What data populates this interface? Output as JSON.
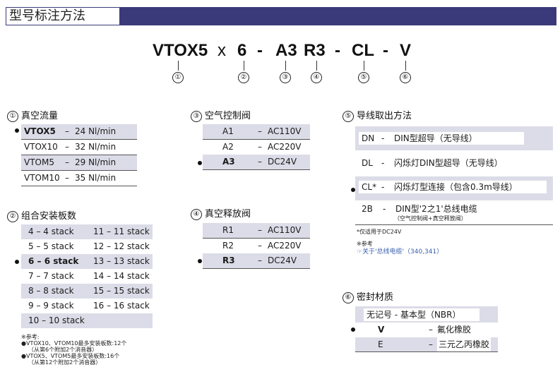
{
  "header": {
    "title": "型号标注方法"
  },
  "model": {
    "parts": [
      "VTOX5",
      "x",
      "6",
      "-",
      "A3",
      "R3",
      "-",
      "CL",
      "-",
      "V"
    ],
    "markers": [
      "①",
      "②",
      "③",
      "④",
      "⑤",
      "⑥"
    ]
  },
  "sec1": {
    "num": "①",
    "title": "真空流量",
    "rows": [
      {
        "code": "VTOX5",
        "sep": "–",
        "desc": "24 Nl/min"
      },
      {
        "code": "VTOX10",
        "sep": "–",
        "desc": "32 Nl/min"
      },
      {
        "code": "VTOM5",
        "sep": "–",
        "desc": "29 Nl/min"
      },
      {
        "code": "VTOM10",
        "sep": "–",
        "desc": "35 Nl/min"
      }
    ]
  },
  "sec2": {
    "num": "②",
    "title": "组合安装板数",
    "left": [
      "4 – 4 stack",
      "5 – 5 stack",
      "6 – 6 stack",
      "7 – 7 stack",
      "8 – 8 stack",
      "9 – 9 stack",
      "10 – 10 stack"
    ],
    "right": [
      "11 – 11 stack",
      "12 – 12 stack",
      "13 – 13 stack",
      "14 – 14 stack",
      "15 – 15 stack",
      "16 – 16 stack"
    ],
    "notes": [
      "※参考:",
      "●VTOX10、VTOM10最多安装板数:12个",
      "（从第6个附加2个消音器）",
      "●VTOX5、VTOM5最多安装板数:16个",
      "（从第12个附加2个消音器）"
    ]
  },
  "sec3": {
    "num": "③",
    "title": "空气控制阀",
    "rows": [
      {
        "code": "A1",
        "sep": "–",
        "desc": "AC110V"
      },
      {
        "code": "A2",
        "sep": "–",
        "desc": "AC220V"
      },
      {
        "code": "A3",
        "sep": "–",
        "desc": "DC24V"
      }
    ]
  },
  "sec4": {
    "num": "④",
    "title": "真空释放阀",
    "rows": [
      {
        "code": "R1",
        "sep": "–",
        "desc": "AC110V"
      },
      {
        "code": "R2",
        "sep": "–",
        "desc": "AC220V"
      },
      {
        "code": "R3",
        "sep": "–",
        "desc": "DC24V"
      }
    ]
  },
  "sec5": {
    "num": "⑤",
    "title": "导线取出方法",
    "rows": [
      {
        "code": "DN",
        "sep": "-",
        "desc": "DIN型超导（无导线）"
      },
      {
        "code": "DL",
        "sep": "-",
        "desc": "闪烁灯DIN型超导（无导线）"
      },
      {
        "code": "CL*",
        "sep": "-",
        "desc": "闪烁灯型连接（包含0.3m导线）"
      },
      {
        "code": "2B",
        "sep": "-",
        "desc": "DIN型'2之1'总线电缆",
        "sub": "（空气控制阀+真空释放阀）"
      }
    ],
    "notes": [
      "*仅适用于DC24V",
      "※参考",
      "☞关于'总线电缆'（340,341）"
    ]
  },
  "sec6": {
    "num": "⑥",
    "title": "密封材质",
    "rows": [
      {
        "text": "无记号 - 基本型（NBR）"
      },
      {
        "code": "V",
        "sep": "–",
        "desc": "氟化橡胶"
      },
      {
        "code": "E",
        "sep": "–",
        "desc": "三元乙丙橡胶"
      }
    ]
  }
}
